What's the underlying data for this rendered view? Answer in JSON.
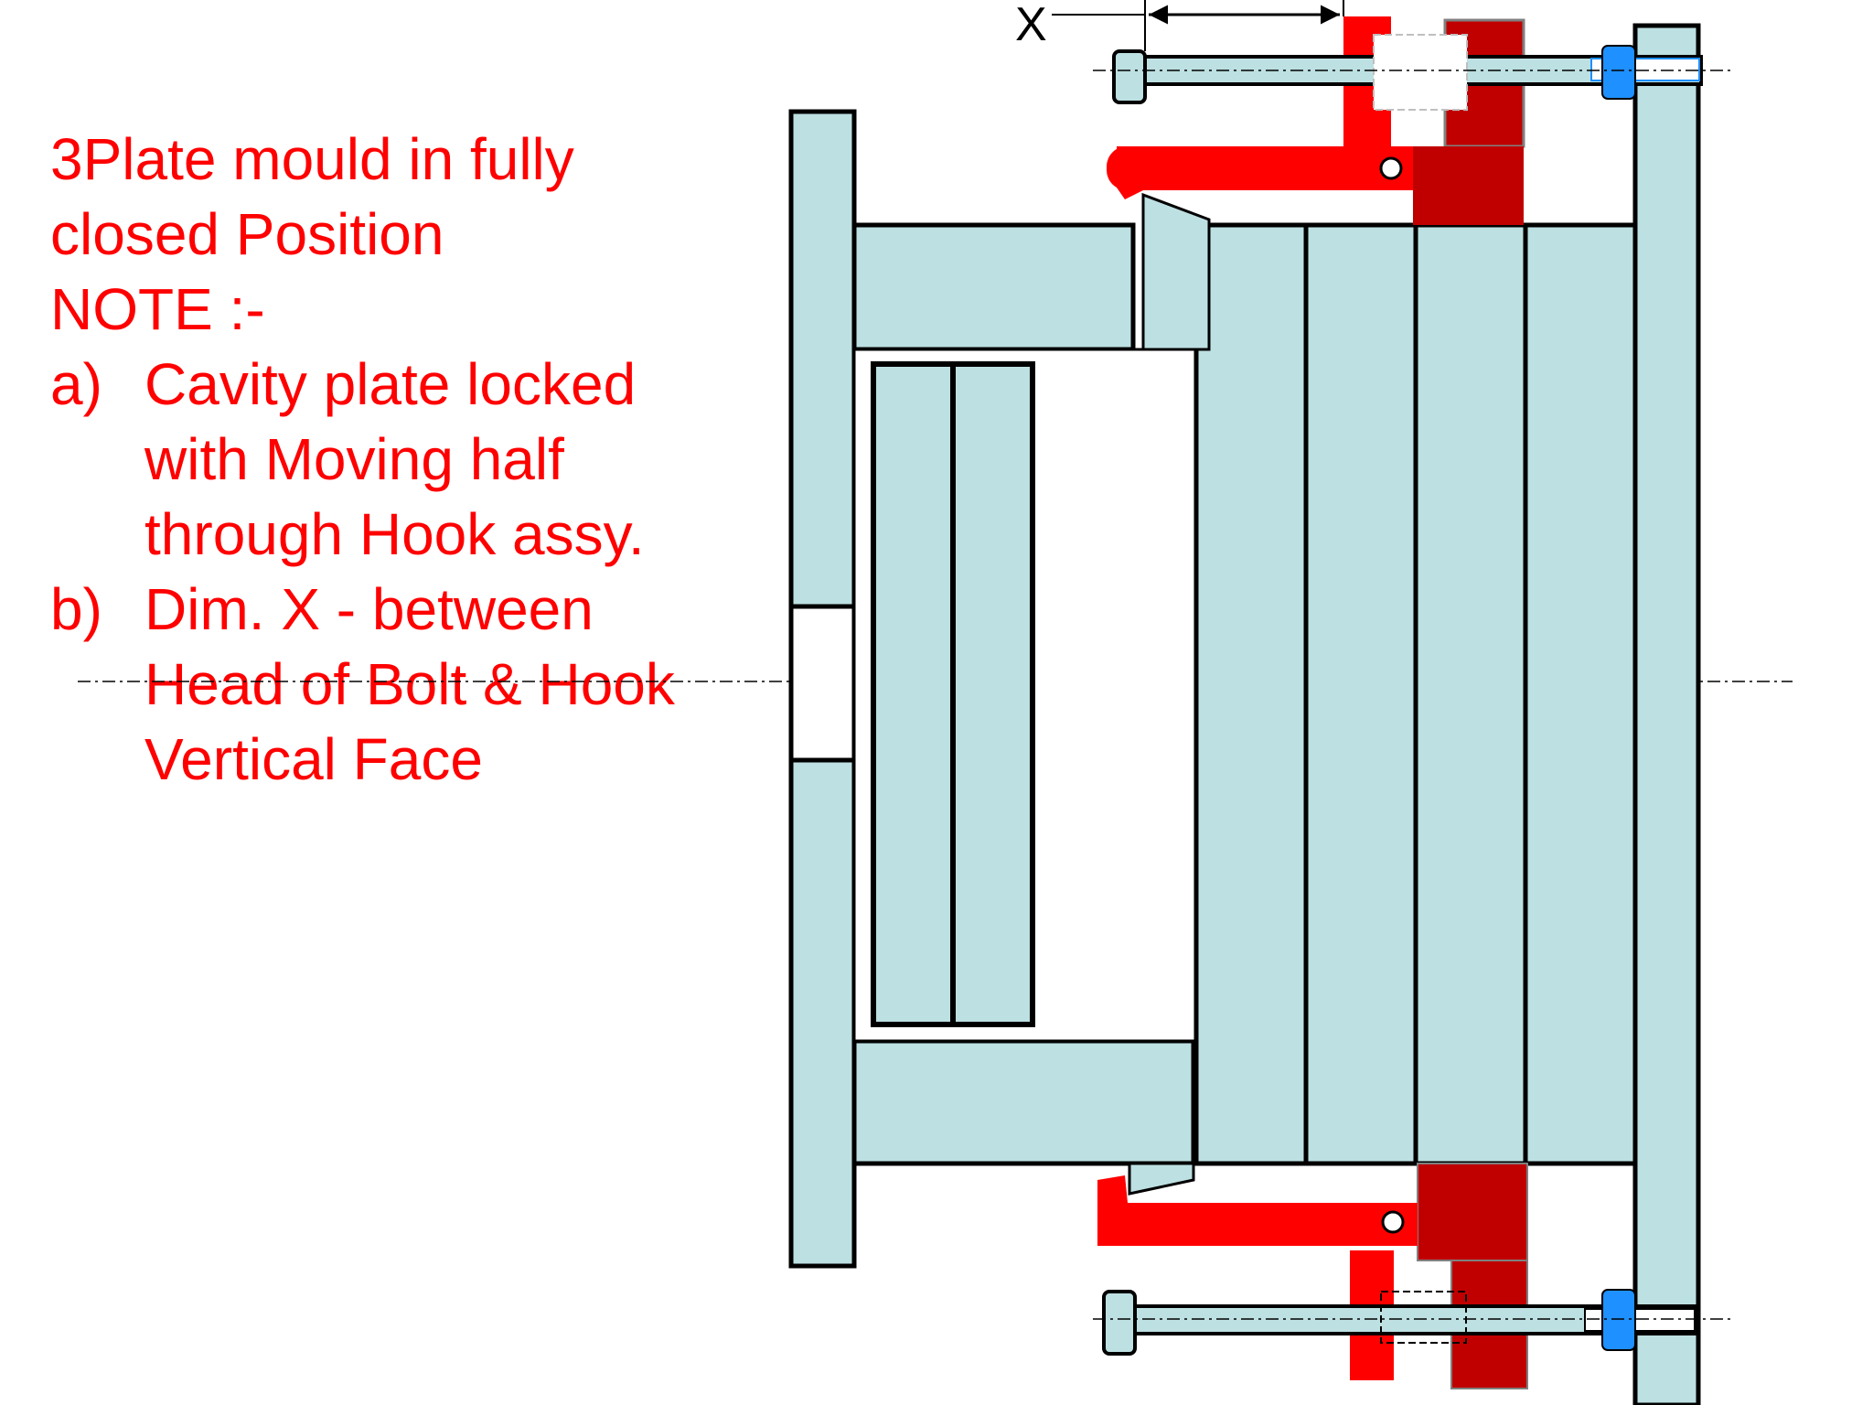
{
  "notes": {
    "title_line1": "3Plate mould in fully",
    "title_line2": "closed Position",
    "note_heading": "NOTE :-",
    "item_a_marker": "a)",
    "item_a_line1": "Cavity plate locked",
    "item_a_line2": "with Moving half",
    "item_a_line3": "through Hook assy.",
    "item_b_marker": "b)",
    "item_b_line1": "Dim. X  - between",
    "item_b_line2": "Head of Bolt & Hook",
    "item_b_line3": "Vertical Face"
  },
  "dimension": {
    "label": "X"
  },
  "colors": {
    "plate_fill": "#bde0e2",
    "outline": "#000000",
    "hook_red": "#ff0000",
    "block_dark_red": "#c00000",
    "washer_blue": "#1e90ff",
    "text_red": "#ff0000"
  }
}
